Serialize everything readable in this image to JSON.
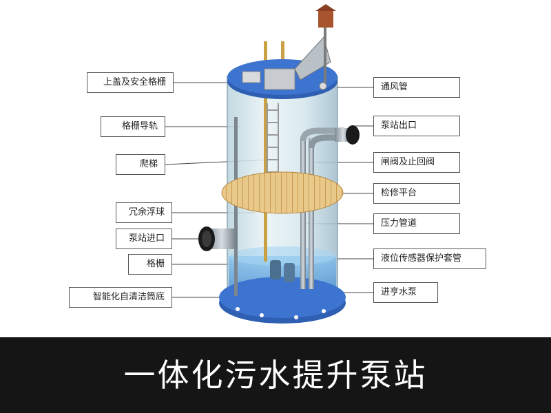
{
  "caption": "一体化污水提升泵站",
  "labels_left": [
    "上盖及安全格栅",
    "格栅导轨",
    "爬梯",
    "冗余浮球",
    "泵站进口",
    "格栅",
    "智能化自清洁筒底"
  ],
  "labels_right": [
    "通风管",
    "泵站出口",
    "闸阀及止回阀",
    "检修平台",
    "压力管道",
    "液位传感器保护套管",
    "进亨水泵"
  ],
  "colors": {
    "caption_bar": "#151515",
    "tank_glass": "#cfe3ea",
    "water": "#3f8fd6",
    "flange": "#2f5fb3",
    "platform": "#e8c07a"
  }
}
